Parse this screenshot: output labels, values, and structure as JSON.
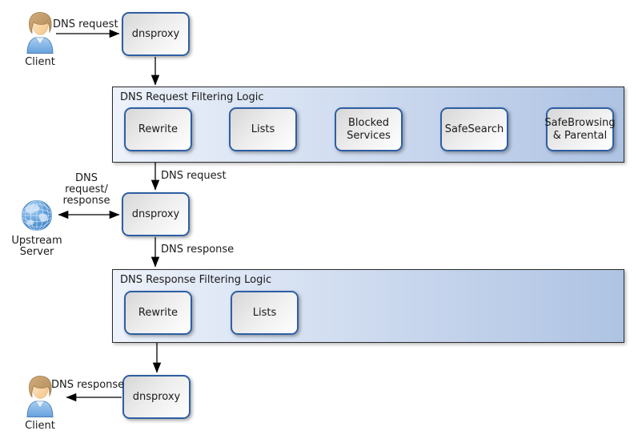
{
  "colors": {
    "node-border": "#2e5fa3",
    "node-fill-start": "#d7d7d7",
    "node-fill-end": "#ffffff",
    "group-border": "#2b2b2b",
    "group-fill-start": "#edf2fb",
    "group-fill-end": "#aec3e3",
    "arrow": "#000000",
    "text": "#1a1a1a"
  },
  "actors": {
    "client_top": "Client",
    "client_bottom": "Client",
    "upstream_server": "Upstream\nServer"
  },
  "proxies": {
    "p1": "dnsproxy",
    "p2": "dnsproxy",
    "p3": "dnsproxy"
  },
  "edge_labels": {
    "client_request": "DNS request",
    "to_upstream_proxy": "DNS request",
    "upstream_exchange": "DNS\nrequest/\nresponse",
    "from_upstream_proxy": "DNS response",
    "to_client": "DNS response"
  },
  "request_pipeline": {
    "title": "DNS Request Filtering Logic",
    "steps": [
      "Rewrite",
      "Lists",
      "Blocked\nServices",
      "SafeSearch",
      "SafeBrowsing\n& Parental"
    ]
  },
  "response_pipeline": {
    "title": "DNS Response Filtering Logic",
    "steps": [
      "Rewrite",
      "Lists"
    ]
  }
}
